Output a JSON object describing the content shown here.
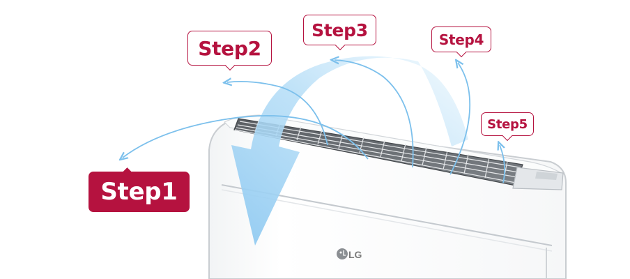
{
  "callouts": {
    "step1": "Step1",
    "step2": "Step2",
    "step3": "Step3",
    "step4": "Step4",
    "step5": "Step5"
  },
  "logo": {
    "brand": "LG"
  },
  "colors": {
    "accent": "#b5123f",
    "airflow_arrow": "#9fd0f2",
    "airflow_lines": "#7cc0ec"
  },
  "icons": [
    "lg-logo-icon",
    "airflow-arrow-icon"
  ]
}
